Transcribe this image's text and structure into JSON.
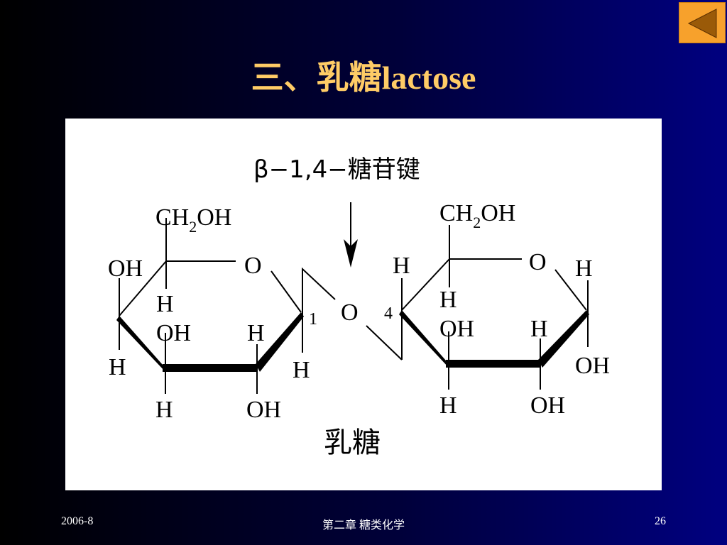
{
  "slide": {
    "title": "三、乳糖lactose",
    "nav": {
      "back_icon": "triangle-left-icon",
      "back_color": "#f7a12c"
    }
  },
  "diagram": {
    "bond_label": "β−1,4−糖苷键",
    "name_label": "乳糖",
    "left_ring": {
      "ch2oh": "CH2OH",
      "ring_o": "O",
      "c4_oh": "OH",
      "c4_h": "H",
      "c5_h": "H",
      "c3_oh": "OH",
      "c2_h": "H",
      "c3_h": "H",
      "c2_oh": "OH",
      "c1_h": "H",
      "c1_num": "1"
    },
    "bridge_o": "O",
    "right_ring": {
      "ch2oh": "CH2OH",
      "ring_o": "O",
      "c4_h": "H",
      "c4_num": "4",
      "c5_h": "H",
      "c3_oh": "OH",
      "c2_h": "H",
      "c3_h": "H",
      "c2_oh": "OH",
      "c1_h": "H",
      "c1_oh": "OH"
    }
  },
  "footer": {
    "date": "2006-8",
    "chapter": "第二章 糖类化学",
    "page": "26"
  }
}
